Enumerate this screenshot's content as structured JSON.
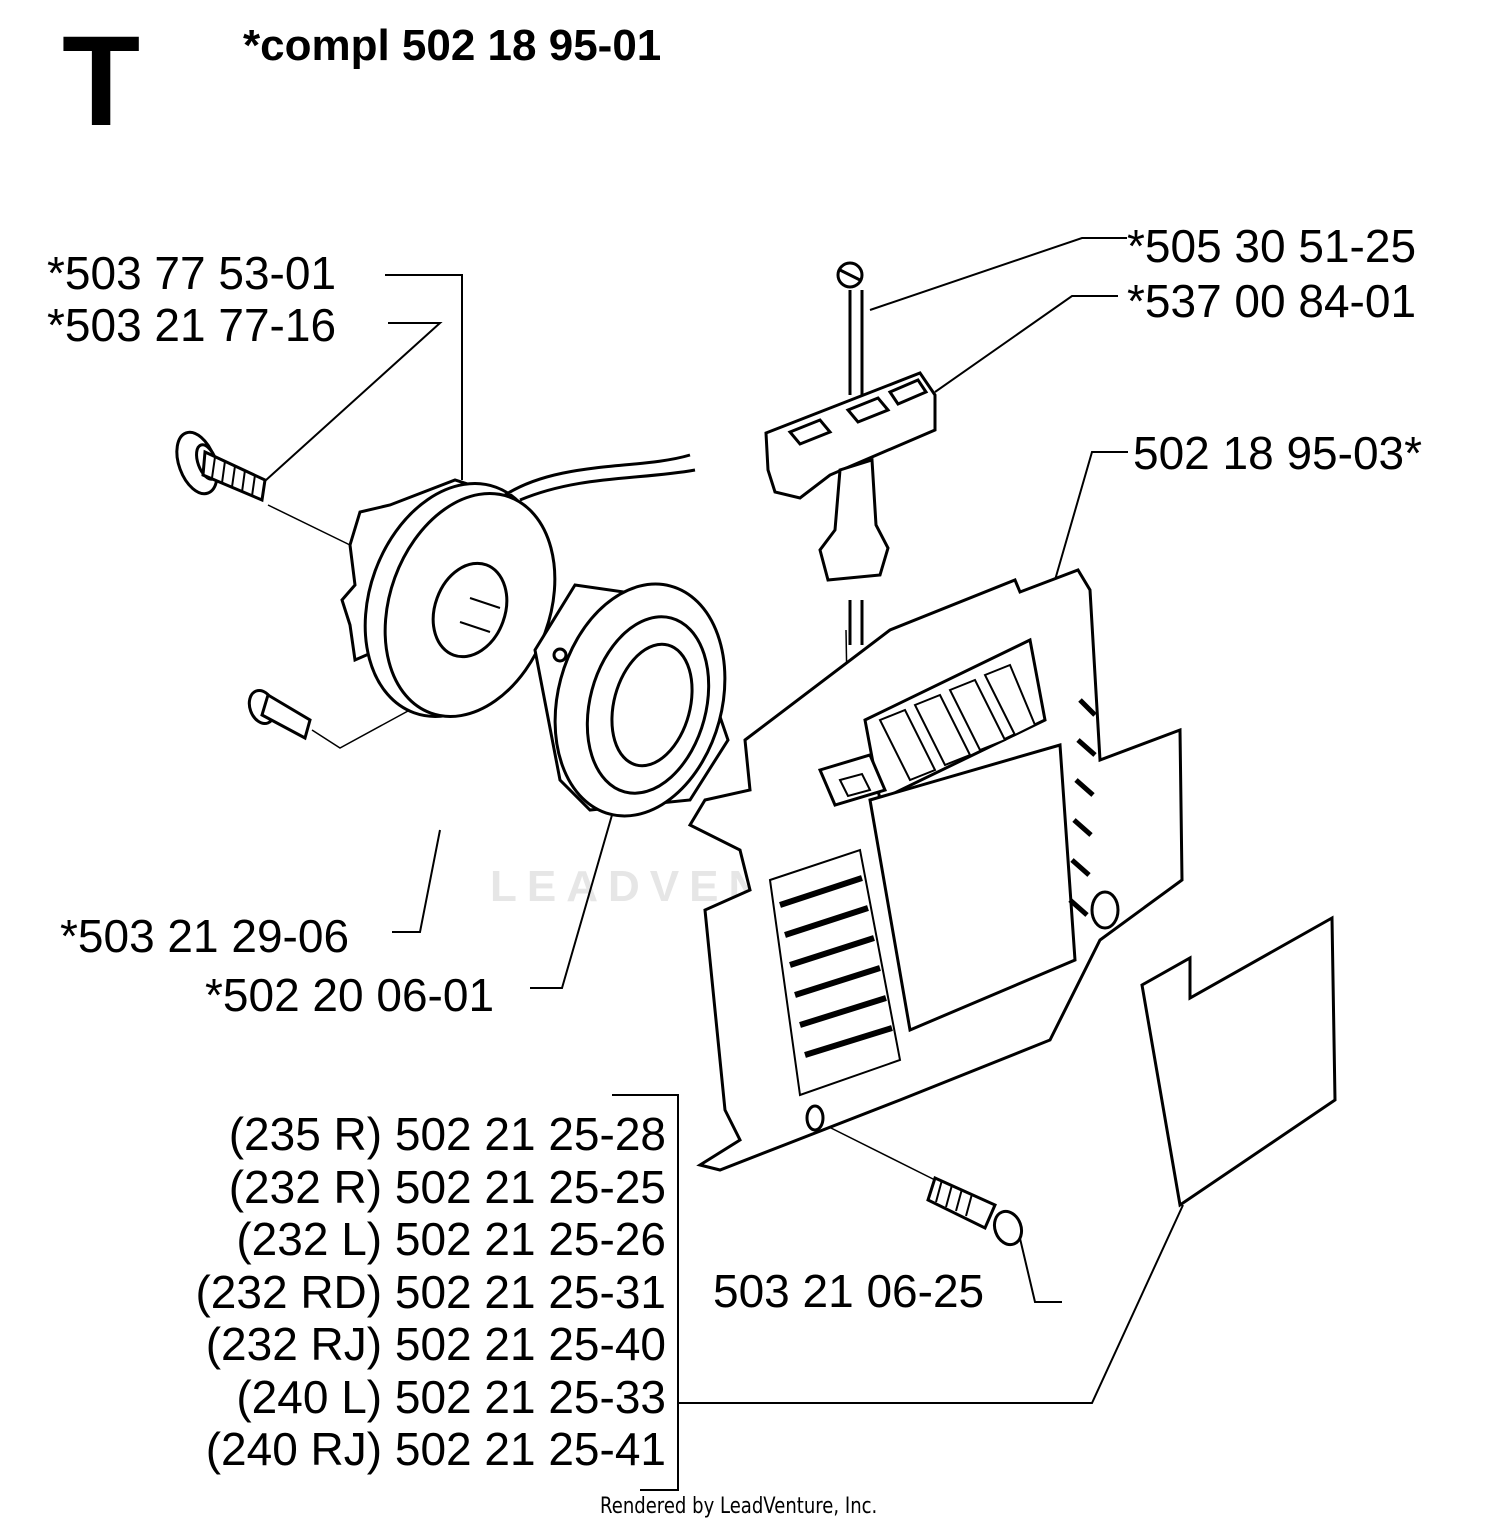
{
  "section": {
    "letter": "T",
    "complete_kit": "*compl 502 18 95-01"
  },
  "parts": {
    "pulley": "*503 77 53-01",
    "center_screw": "*503 21 77-16",
    "pulley_screw": "*503 21 29-06",
    "spring_cassette": "*502 20 06-01",
    "cord": "*505 30 51-25",
    "handle": "*537 00 84-01",
    "starter_housing": "502 18 95-03*",
    "housing_screw": "503 21 06-25"
  },
  "housing_variants": [
    {
      "text": "(235 R) 502 21 25-28"
    },
    {
      "text": "(232 R) 502 21 25-25"
    },
    {
      "text": "(232 L) 502 21 25-26"
    },
    {
      "text": "(232 RD) 502 21 25-31"
    },
    {
      "text": "(232 RJ) 502 21 25-40"
    },
    {
      "text": "(240 L) 502 21 25-33"
    },
    {
      "text": "(240 RJ) 502 21 25-41"
    }
  ],
  "watermark": "LEADVENTURE",
  "footer": "Rendered by LeadVenture, Inc."
}
